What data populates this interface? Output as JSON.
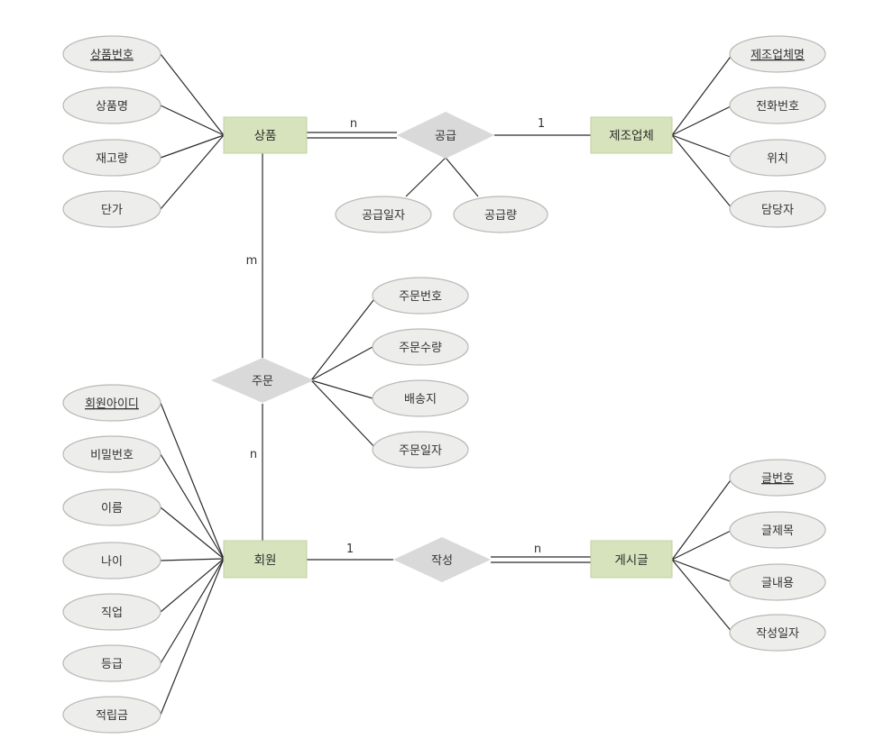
{
  "entities": {
    "product": "상품",
    "manufacturer": "제조업체",
    "member": "회원",
    "post": "게시글"
  },
  "relationships": {
    "supply": "공급",
    "order": "주문",
    "write": "작성"
  },
  "attributes": {
    "product": {
      "product_no": "상품번호",
      "product_name": "상품명",
      "stock": "재고량",
      "unit_price": "단가"
    },
    "manufacturer": {
      "maker_name": "제조업체명",
      "phone": "전화번호",
      "location": "위치",
      "manager": "담당자"
    },
    "supply": {
      "supply_date": "공급일자",
      "supply_qty": "공급량"
    },
    "order": {
      "order_no": "주문번호",
      "order_qty": "주문수량",
      "address": "배송지",
      "order_date": "주문일자"
    },
    "member": {
      "member_id": "회원아이디",
      "password": "비밀번호",
      "name": "이름",
      "age": "나이",
      "job": "직업",
      "grade": "등급",
      "points": "적립금"
    },
    "post": {
      "post_no": "글번호",
      "post_title": "글제목",
      "post_content": "글내용",
      "post_date": "작성일자"
    }
  },
  "cardinalities": {
    "product_supply": "n",
    "manufacturer_supply": "1",
    "product_order": "m",
    "member_order": "n",
    "member_write": "1",
    "post_write": "n"
  },
  "colors": {
    "entity_fill": "#d7e3bc",
    "relationship_fill": "#d9d9d9",
    "attribute_fill": "#ededeb",
    "line": "#2a2a2a"
  }
}
